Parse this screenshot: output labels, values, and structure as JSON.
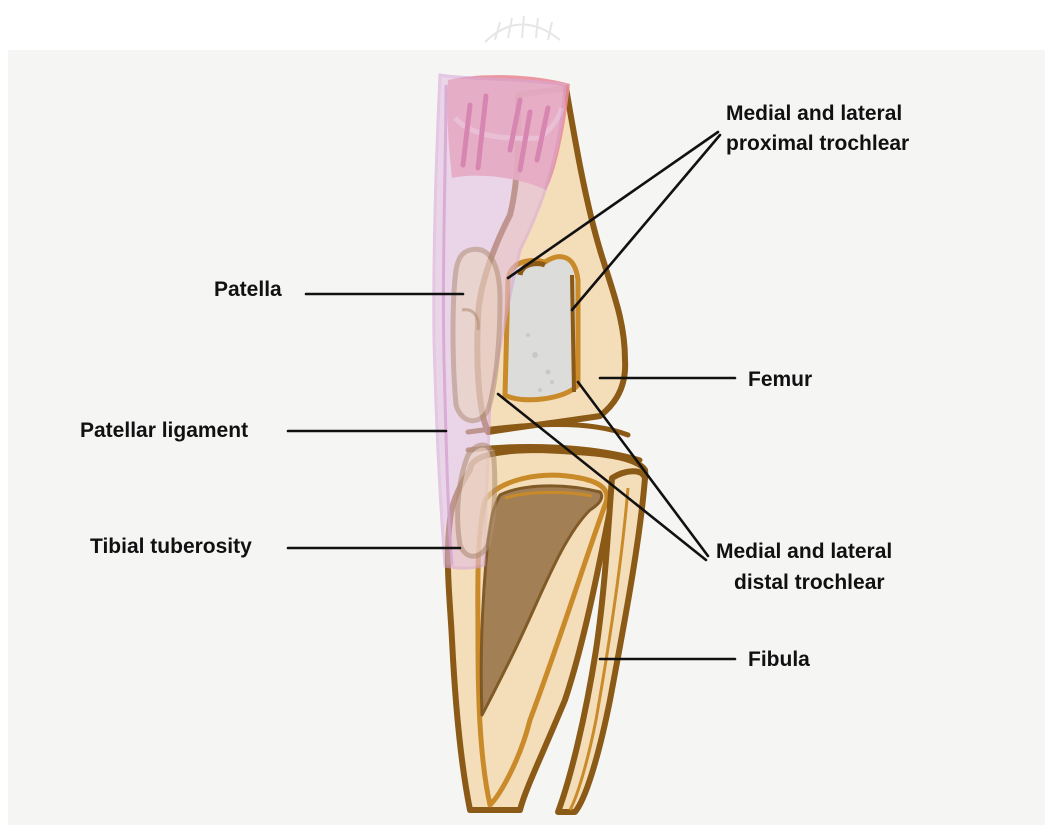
{
  "diagram": {
    "labels": {
      "proximal_trochlear": [
        "Medial and lateral",
        "proximal trochlear"
      ],
      "patella": "Patella",
      "femur": "Femur",
      "patellar_ligament": "Patellar ligament",
      "tibial_tuberosity": "Tibial tuberosity",
      "distal_trochlear": [
        "Medial and lateral",
        "distal trochlear"
      ],
      "fibula": "Fibula"
    },
    "colors": {
      "background": "#f5f5f4",
      "bone_fill": "#f4ddb9",
      "bone_outline": "#8a5a16",
      "bone_edge_highlight": "#c98a2a",
      "trochlea_fill": "#dcdcda",
      "marrow_fill": "#9f7a50",
      "ligament_overlay": "#e3bfe0",
      "muscle": "#ea8c97",
      "muscle_streak": "#c4306a",
      "leader_line": "#111111"
    }
  }
}
